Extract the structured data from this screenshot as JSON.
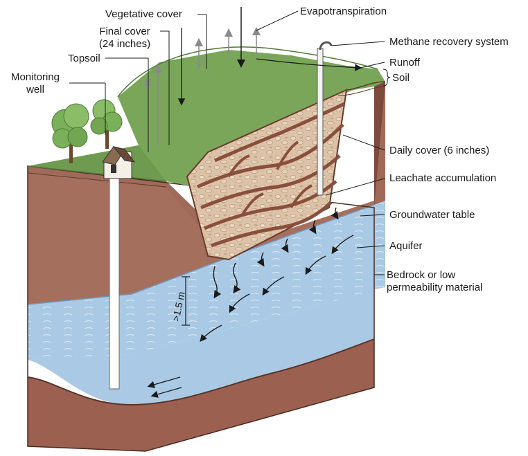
{
  "labels": {
    "vegetative_cover": "Vegetative cover",
    "evapotranspiration": "Evapotranspiration",
    "final_cover_line1": "Final cover",
    "final_cover_line2": "(24 inches)",
    "methane_recovery": "Methane recovery system",
    "topsoil": "Topsoil",
    "runoff": "Runoff",
    "soil": "Soil",
    "monitoring_well_line1": "Monitoring",
    "monitoring_well_line2": "well",
    "daily_cover": "Daily cover (6 inches)",
    "leachate_accumulation": "Leachate accumulation",
    "groundwater_table": "Groundwater table",
    "aquifer": "Aquifer",
    "bedrock_line1": "Bedrock or low",
    "bedrock_line2": "permeability material",
    "depth": ">1.5 m"
  },
  "colors": {
    "grass_top": "#7aa65a",
    "grass_dark": "#5f8a45",
    "soil_front": "#a06a5a",
    "soil_dark": "#8a5545",
    "aquifer": "#a9c9e4",
    "aquifer_dark": "#86afd4",
    "bedrock": "#9c6050",
    "waste": "#d9bfa6",
    "daily_cover": "#8a4f3c"
  }
}
